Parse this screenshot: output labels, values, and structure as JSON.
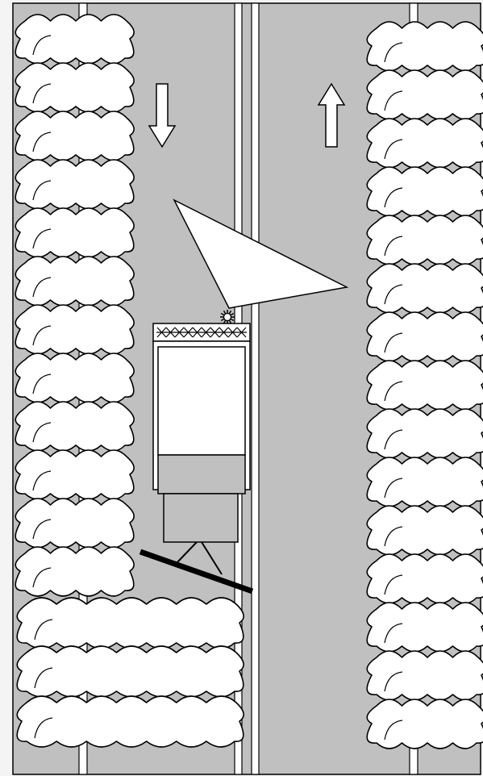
{
  "colors": {
    "page_background": "#f4f4f4",
    "road_surface": "#c0c0c0",
    "outline": "#000000",
    "lane_line": "#ffffff",
    "cloud_fill": "#ffffff",
    "vehicle_body": "#ffffff",
    "vehicle_panel": "#c0c0c0",
    "light_beam": "#ffffff"
  },
  "road": {
    "lanes": [
      {
        "direction": "down",
        "arrow_icon": "arrow-down-icon"
      },
      {
        "direction": "up",
        "arrow_icon": "arrow-up-icon"
      }
    ],
    "center_divider": "double-white-line"
  },
  "vehicle": {
    "type": "snow-plow-truck",
    "heading": "up",
    "warning_light": "beacon-icon",
    "light_beam_direction": "forward-right",
    "front_grille": "cross-hatch-pattern",
    "plow_blade": "angled-rear-blade"
  },
  "snowbanks": {
    "left_bank_clouds": 12,
    "plowed_pile_clouds": 3,
    "right_bank_clouds": 15
  }
}
